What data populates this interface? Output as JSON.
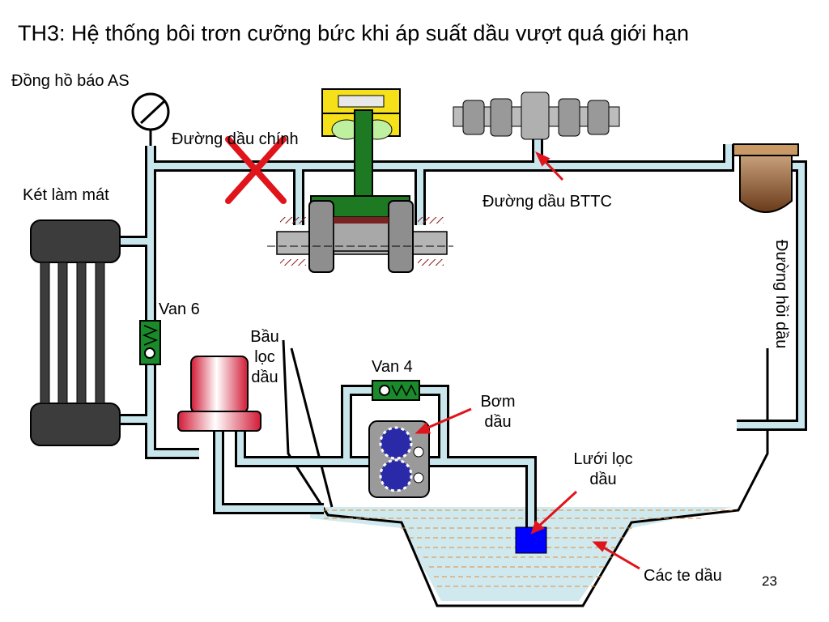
{
  "title": "TH3: Hệ thống bôi trơn cưỡng bức khi áp suất dầu vượt quá giới hạn",
  "labels": {
    "gauge": "Đồng hồ báo AS",
    "main_line": "Đường dầu chính",
    "cooler": "Két làm mát",
    "camshaft_line": "Đường dầu BTTC",
    "return_line": "Đường hồi dầu",
    "valve6": "Van 6",
    "filter_l1": "Bầu",
    "filter_l2": "lọc",
    "filter_l3": "dầu",
    "valve4": "Van 4",
    "pump_l1": "Bơm",
    "pump_l2": "dầu",
    "screen_l1": "Lưới lọc",
    "screen_l2": "dầu",
    "sump": "Các te dầu"
  },
  "page_number": "23",
  "colors": {
    "oil_pipe": "#c8e6ec",
    "oil_pan": "#cfe9ee",
    "blocked_mark": "#e0141b",
    "arrow": "#e0141b",
    "valve_body": "#1a8a2a",
    "pump_gear": "#2323a0",
    "screen": "#0000ff",
    "filter": "#e83a50"
  },
  "icons": {
    "blocked": "red-x-icon",
    "gauge": "pressure-gauge-icon"
  }
}
